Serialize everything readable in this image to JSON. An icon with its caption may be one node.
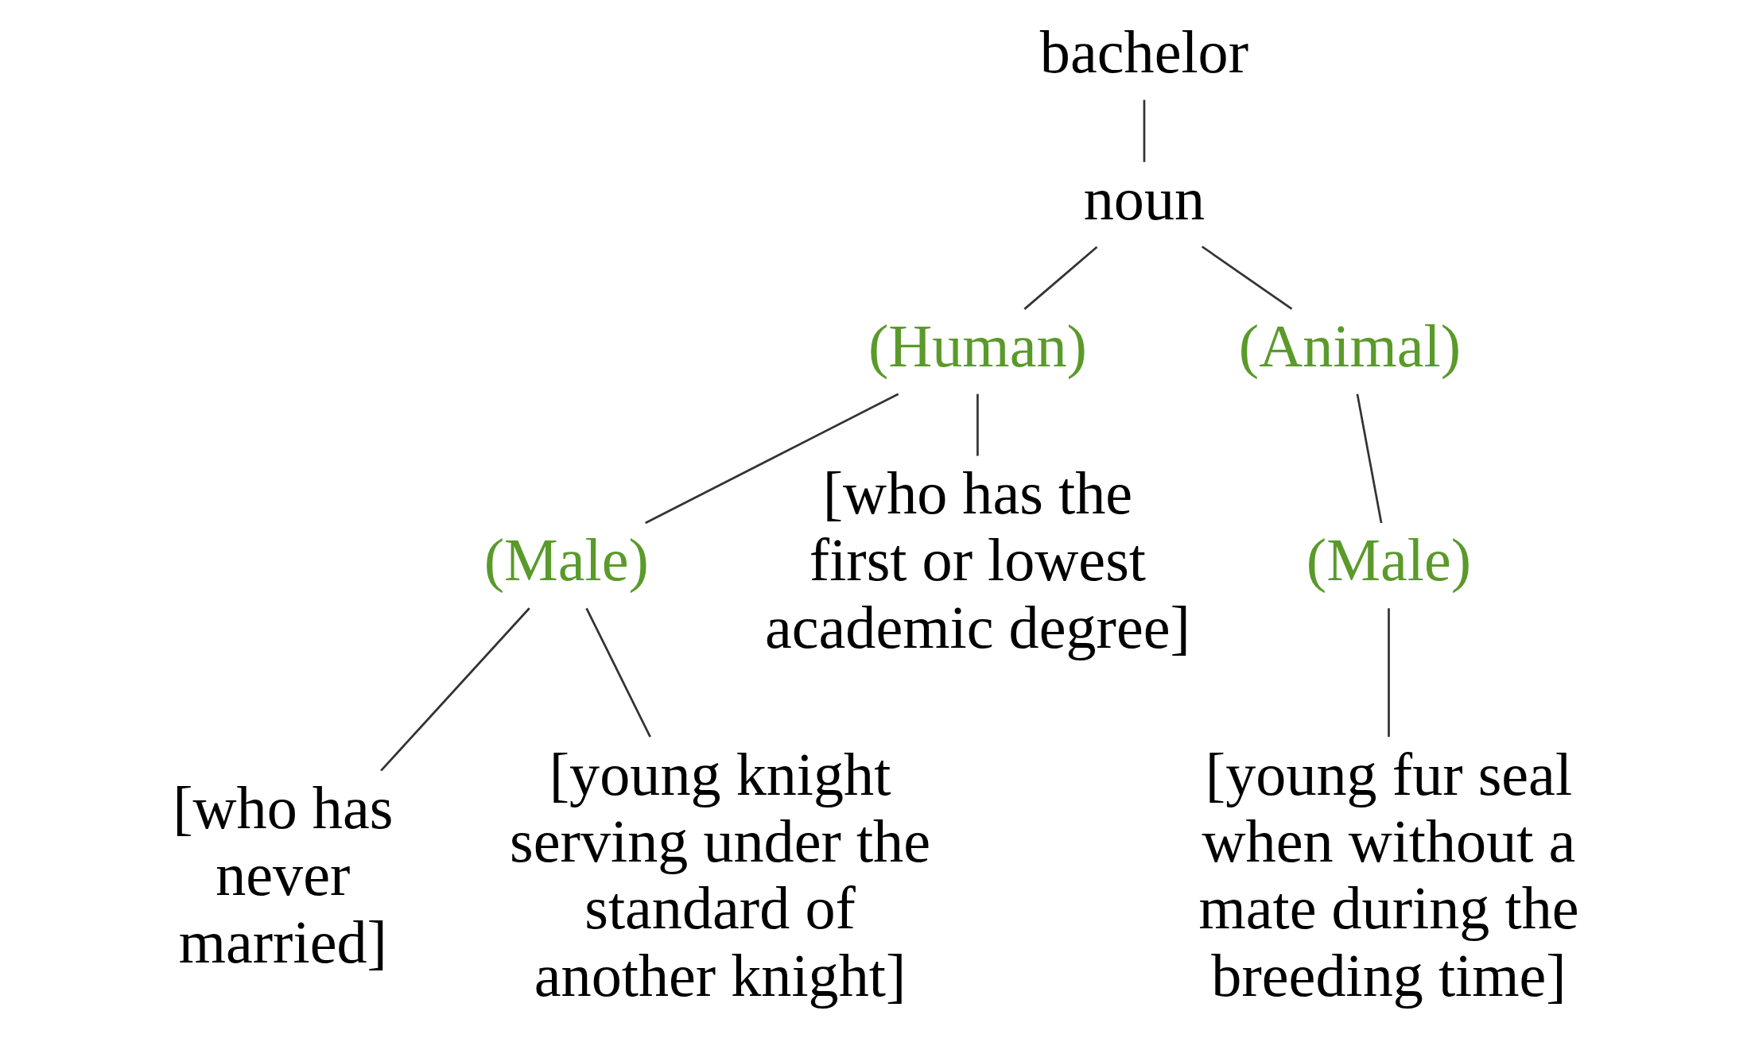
{
  "diagram": {
    "nodes": [
      {
        "text": [
          "bachelor"
        ]
      },
      {
        "text": [
          "noun"
        ]
      },
      {
        "text": [
          "(Human)"
        ]
      },
      {
        "text": [
          "(Animal)"
        ]
      },
      {
        "text": [
          "(Male)"
        ]
      },
      {
        "text": [
          "[who has never married]"
        ]
      },
      {
        "text": [
          "[young knight serving under the standard of another knight]"
        ]
      },
      {
        "text": [
          "[who has the first or lowest academic degree]"
        ]
      },
      {
        "text": [
          "(Male)"
        ]
      },
      {
        "text": [
          "[young fur seal when without a mate during the breeding time]"
        ]
      }
    ],
    "edges": [
      {
        "from": 0,
        "to": 1,
        "arrow": "none"
      },
      {
        "from": 1,
        "to": 2,
        "arrow": "none"
      },
      {
        "from": 1,
        "to": 3,
        "arrow": "none"
      },
      {
        "from": 2,
        "to": 4,
        "arrow": "none"
      },
      {
        "from": 2,
        "to": 7,
        "arrow": "none"
      },
      {
        "from": 4,
        "to": 5,
        "arrow": "none"
      },
      {
        "from": 4,
        "to": 6,
        "arrow": "none"
      },
      {
        "from": 3,
        "to": 8,
        "arrow": "none"
      },
      {
        "from": 8,
        "to": 9,
        "arrow": "none"
      }
    ]
  }
}
